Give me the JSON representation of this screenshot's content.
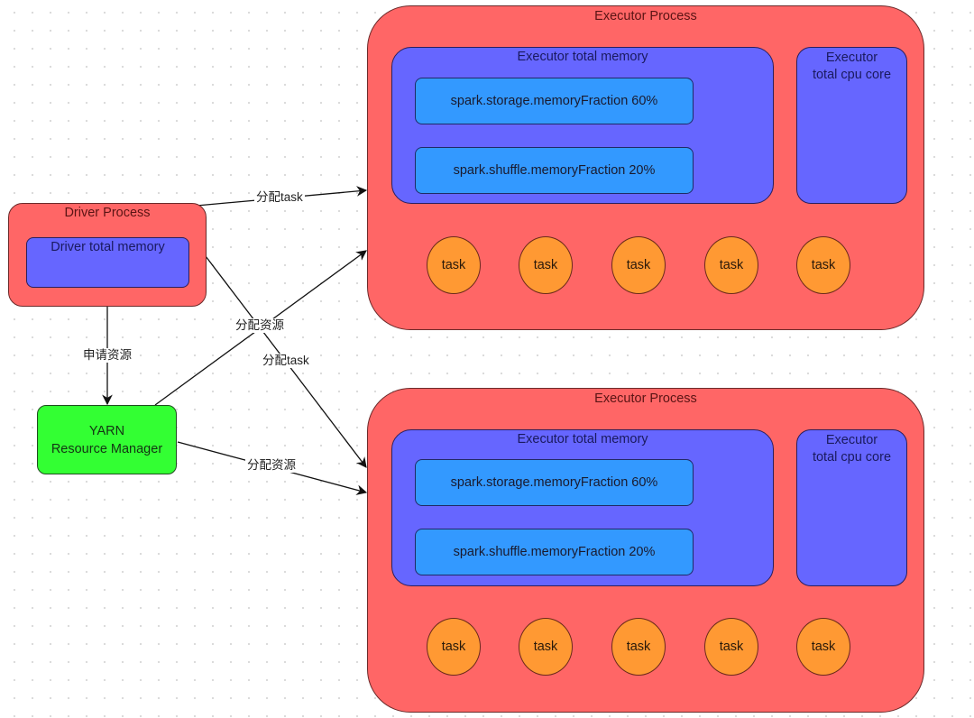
{
  "driver": {
    "title": "Driver Process",
    "memory_label": "Driver total memory"
  },
  "yarn": {
    "line1": "YARN",
    "line2": "Resource Manager"
  },
  "executors": [
    {
      "title": "Executor Process",
      "memory_label": "Executor total memory",
      "storage_fraction": "spark.storage.memoryFraction 60%",
      "shuffle_fraction": "spark.shuffle.memoryFraction 20%",
      "cpu_label_line1": "Executor",
      "cpu_label_line2": "total cpu core",
      "tasks": [
        "task",
        "task",
        "task",
        "task",
        "task"
      ]
    },
    {
      "title": "Executor Process",
      "memory_label": "Executor total memory",
      "storage_fraction": "spark.storage.memoryFraction 60%",
      "shuffle_fraction": "spark.shuffle.memoryFraction 20%",
      "cpu_label_line1": "Executor",
      "cpu_label_line2": "total cpu core",
      "tasks": [
        "task",
        "task",
        "task",
        "task",
        "task"
      ]
    }
  ],
  "edges": {
    "driver_to_exec1": "分配task",
    "driver_to_yarn": "申请资源",
    "yarn_to_exec1": "分配资源",
    "driver_to_exec2": "分配task",
    "yarn_to_exec2": "分配资源"
  },
  "colors": {
    "process": "#ff6666",
    "memory": "#6666ff",
    "fraction": "#3399ff",
    "task": "#ff9933",
    "yarn": "#33ff33"
  }
}
